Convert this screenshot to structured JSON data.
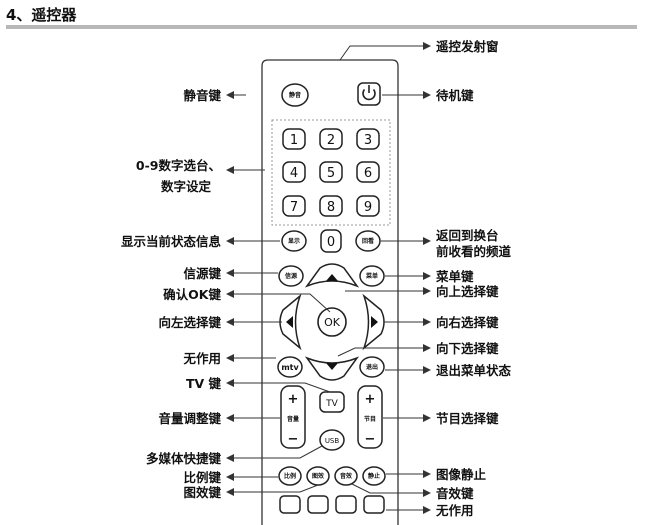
{
  "section_title": "4、遥控器",
  "left_labels": {
    "mute": "静音键",
    "digits_line1": "0-9数字选台、",
    "digits_line2": "数字设定",
    "display": "显示当前状态信息",
    "source": "信源键",
    "ok": "确认OK键",
    "left": "向左选择键",
    "no_function": "无作用",
    "tv": "TV 键",
    "volume": "音量调整键",
    "media": "多媒体快捷键",
    "ratio": "比例键",
    "picture": "图效键"
  },
  "right_labels": {
    "window": "遥控发射窗",
    "standby": "待机键",
    "recall_line1": "返回到换台",
    "recall_line2": "前收看的频道",
    "menu": "菜单键",
    "up": "向上选择键",
    "right": "向右选择键",
    "down": "向下选择键",
    "exit": "退出菜单状态",
    "channel": "节目选择键",
    "freeze": "图像静止",
    "sound": "音效键",
    "no_function": "无作用"
  },
  "remote": {
    "mute": "静音",
    "digits": [
      "1",
      "2",
      "3",
      "4",
      "5",
      "6",
      "7",
      "8",
      "9"
    ],
    "display": "显示",
    "zero": "0",
    "recall": "回看",
    "source": "信源",
    "menu": "菜单",
    "ok": "OK",
    "mtv": "mtv",
    "exit": "退出",
    "tv": "TV",
    "vol_plus": "+",
    "vol_label": "音量",
    "vol_minus": "−",
    "ch_plus": "+",
    "ch_label": "节目",
    "ch_minus": "−",
    "usb": "USB",
    "ratio": "比例",
    "picture": "图效",
    "sound": "音效",
    "freeze": "静止"
  },
  "colors": {
    "line": "#333333",
    "rule": "#b8b8b8",
    "text": "#111111"
  }
}
